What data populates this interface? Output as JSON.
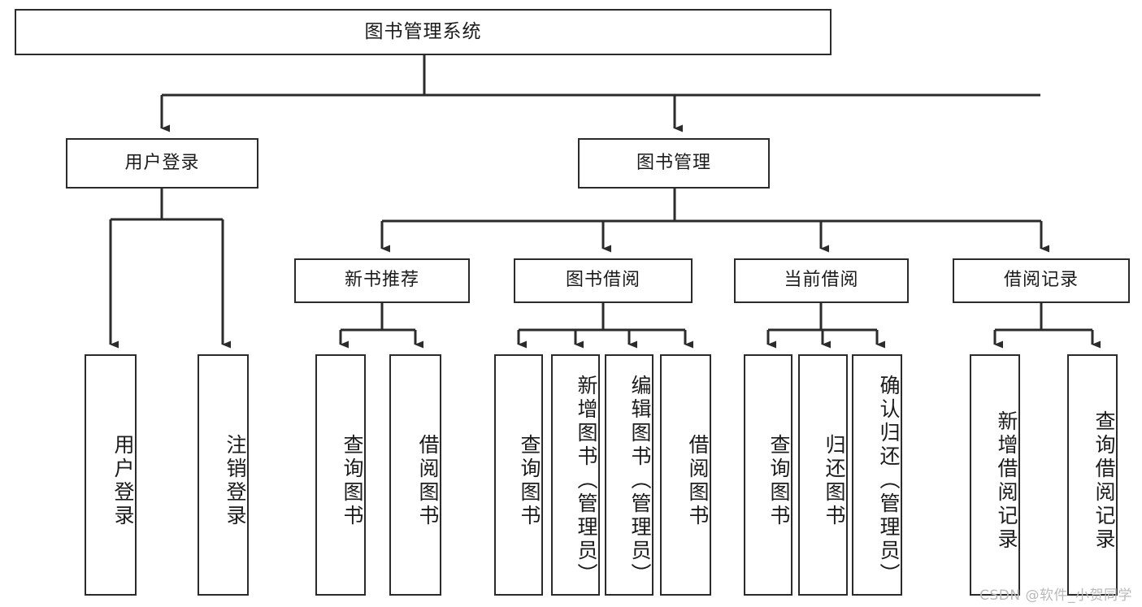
{
  "diagram": {
    "title": "图书管理系统",
    "type": "tree",
    "watermark": "CSDN @软件_小贺同学",
    "colors": {
      "box_border": "#2b2b2b",
      "box_fill": "#ffffff",
      "edge": "#2b2b2b",
      "text": "#1b1b1b",
      "watermark": "#b9b9b9",
      "background": "#ffffff"
    },
    "root": {
      "label": "图书管理系统"
    },
    "level2": [
      {
        "label": "用户登录"
      },
      {
        "label": "图书管理"
      }
    ],
    "level3": [
      {
        "label": "新书推荐"
      },
      {
        "label": "图书借阅"
      },
      {
        "label": "当前借阅"
      },
      {
        "label": "借阅记录"
      }
    ],
    "leaves": {
      "user_login": [
        {
          "label": "用户登录"
        },
        {
          "label": "注销登录"
        }
      ],
      "new_book_recommend": [
        {
          "label": "查询图书"
        },
        {
          "label": "借阅图书"
        }
      ],
      "book_borrow": [
        {
          "label": "查询图书"
        },
        {
          "label": "新增图书（管理员）"
        },
        {
          "label": "编辑图书（管理员）"
        },
        {
          "label": "借阅图书"
        }
      ],
      "current_borrow": [
        {
          "label": "查询图书"
        },
        {
          "label": "归还图书"
        },
        {
          "label": "确认归还（管理员）"
        }
      ],
      "borrow_record": [
        {
          "label": "新增借阅记录"
        },
        {
          "label": "查询借阅记录"
        }
      ]
    }
  }
}
